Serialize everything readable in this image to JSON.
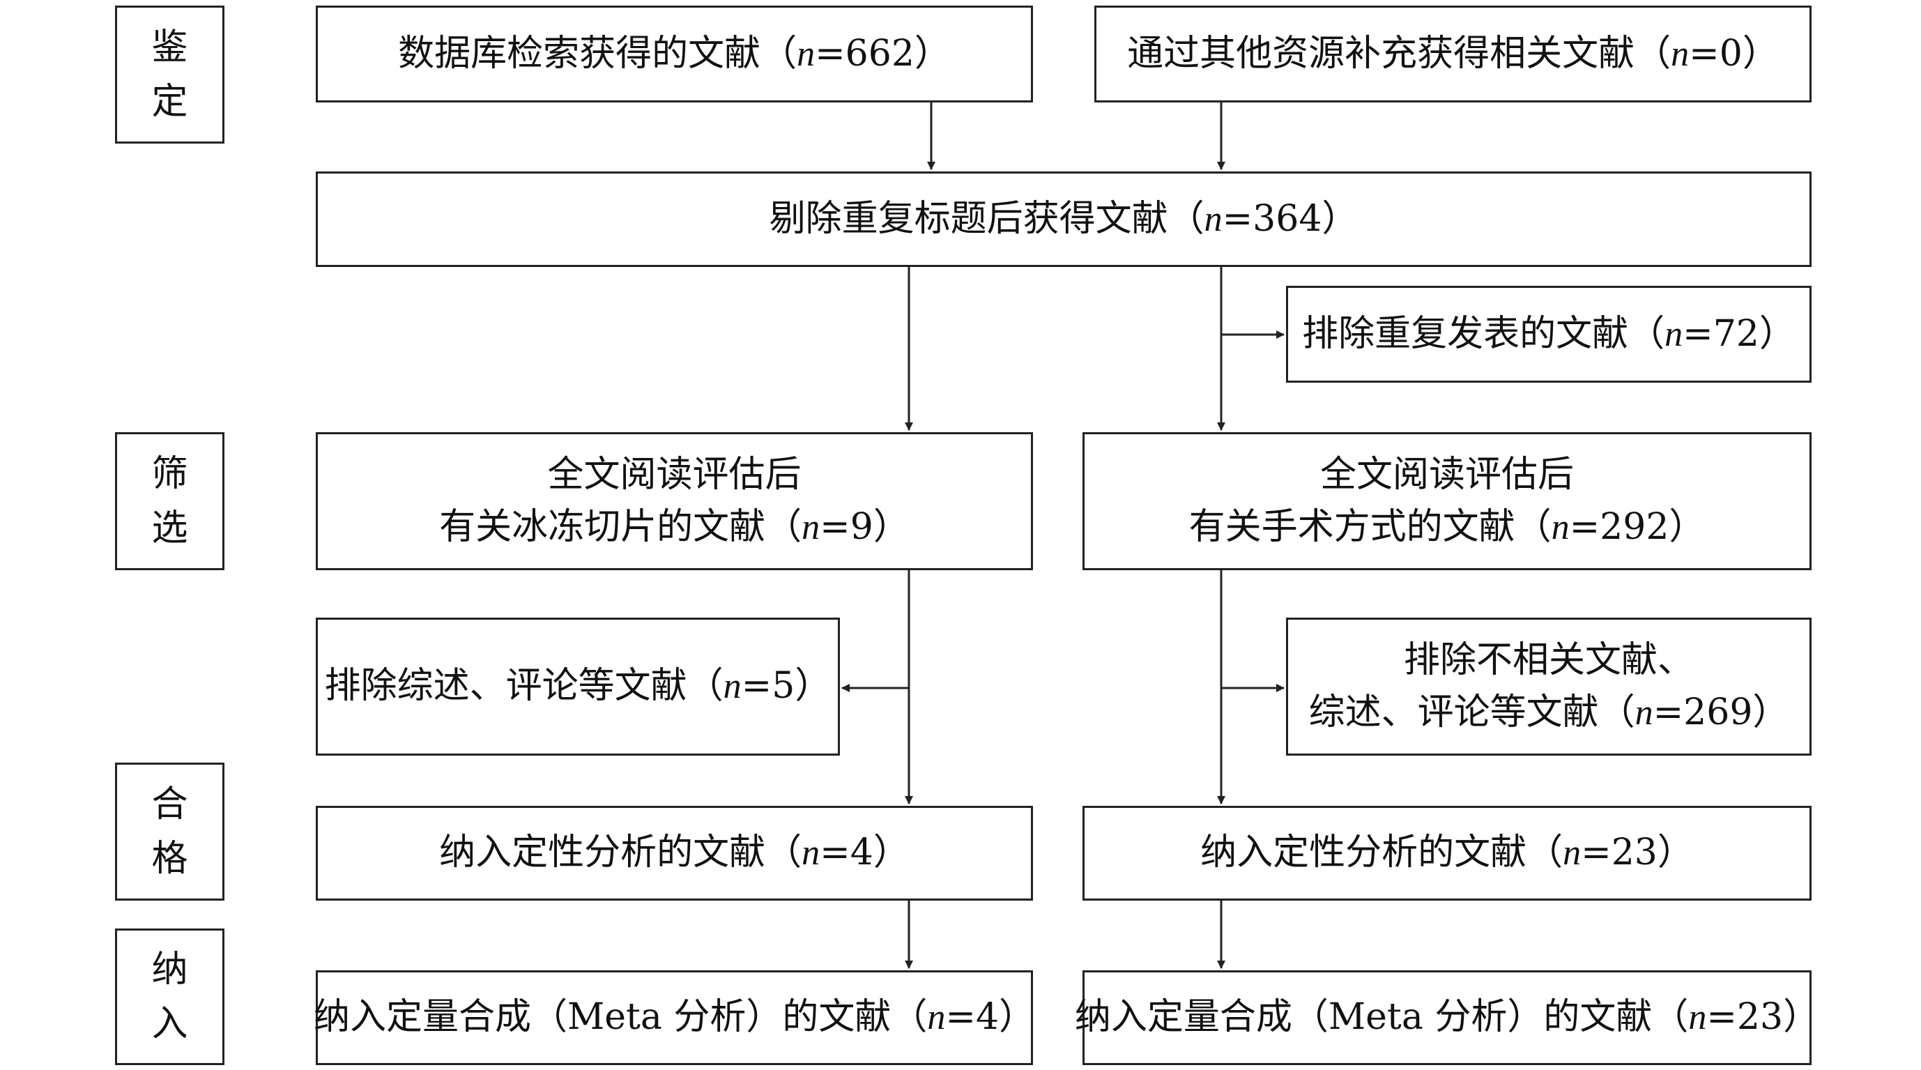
{
  "stages": {
    "identification": [
      "鉴",
      "定"
    ],
    "screening": [
      "筛",
      "选"
    ],
    "eligibility": [
      "合",
      "格"
    ],
    "inclusion": [
      "纳",
      "入"
    ]
  },
  "boxes": {
    "database_search": {
      "pre": "数据库检索获得的文献（",
      "var": "n",
      "post": "=662）"
    },
    "other_sources": {
      "pre": "通过其他资源补充获得相关文献（",
      "var": "n",
      "post": "=0）"
    },
    "after_dedup": {
      "pre": "剔除重复标题后获得文献（",
      "var": "n",
      "post": "=364）"
    },
    "excluded_duplicate_pub": {
      "pre": "排除重复发表的文献（",
      "var": "n",
      "post": "=72）"
    },
    "frozen_section_fulltext": {
      "line1": "全文阅读评估后",
      "pre": "有关冰冻切片的文献（",
      "var": "n",
      "post": "=9）"
    },
    "surgical_fulltext": {
      "line1": "全文阅读评估后",
      "pre": "有关手术方式的文献（",
      "var": "n",
      "post": "=292）"
    },
    "excluded_reviews_left": {
      "pre": "排除综述、评论等文献（",
      "var": "n",
      "post": "=5）"
    },
    "excluded_irrelevant_right": {
      "line1": "排除不相关文献、",
      "pre": "综述、评论等文献（",
      "var": "n",
      "post": "=269）"
    },
    "qualitative_left": {
      "pre": "纳入定性分析的文献（",
      "var": "n",
      "post": "=4）"
    },
    "qualitative_right": {
      "pre": "纳入定性分析的文献（",
      "var": "n",
      "post": "=23）"
    },
    "meta_left": {
      "pre": "纳入定量合成（Meta 分析）的文献（",
      "var": "n",
      "post": "=4）"
    },
    "meta_right": {
      "pre": "纳入定量合成（Meta 分析）的文献（",
      "var": "n",
      "post": "=23）"
    }
  },
  "colors": {
    "stroke": "#222222",
    "text": "#111111",
    "background": "#ffffff"
  }
}
